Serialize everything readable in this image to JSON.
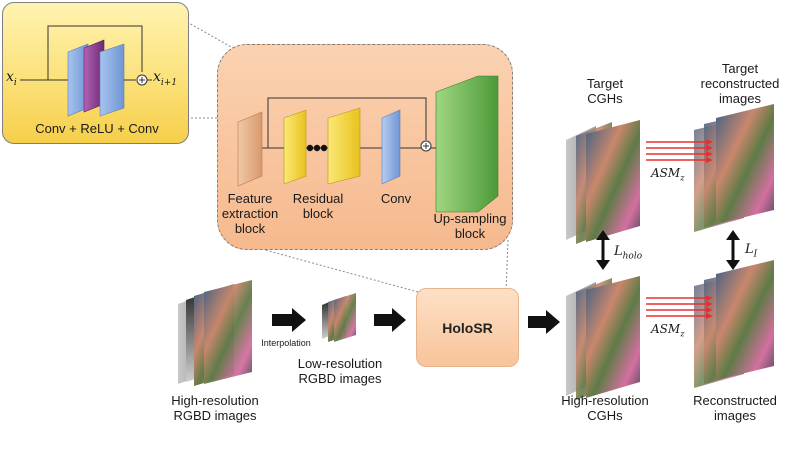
{
  "colors": {
    "residual_block_bg": "#f7d04c",
    "sr_box_bg": "#f8c39a",
    "holosr_box_bg": "#f9c8a0",
    "feature_block": "#e7b48e",
    "residual_layer": "#f2d43b",
    "conv_layer": "#7fa6dd",
    "upsampling_layer": "#5fae4c",
    "relu_layer": "#8d3b93",
    "asm_arrow": "#e53030"
  },
  "residual_detail": {
    "input_label": "x",
    "input_sub": "i",
    "output_label": "x",
    "output_sub": "i+1",
    "caption": "Conv + ReLU + Conv"
  },
  "sr_network": {
    "feature_label": "Feature\nextraction\nblock",
    "residual_label": "Residual\nblock",
    "conv_label": "Conv",
    "upsampling_label": "Up-sampling\nblock"
  },
  "pipeline": {
    "hr_rgbd_label": "High-resolution\nRGBD images",
    "interpolation_label": "Interpolation",
    "lr_rgbd_label": "Low-resolution\nRGBD images",
    "holosr_label": "HoloSR",
    "hr_cgh_label": "High-resolution\nCGHs",
    "recon_label": "Reconstructed\nimages",
    "target_cgh_label": "Target\nCGHs",
    "target_recon_label": "Target\nreconstructed\nimages",
    "asm_top": "ASM",
    "asm_top_sub": "z",
    "asm_bottom": "ASM",
    "asm_bottom_sub": "z",
    "loss_holo": "L",
    "loss_holo_sub": "holo",
    "loss_i": "L",
    "loss_i_sub": "I"
  }
}
